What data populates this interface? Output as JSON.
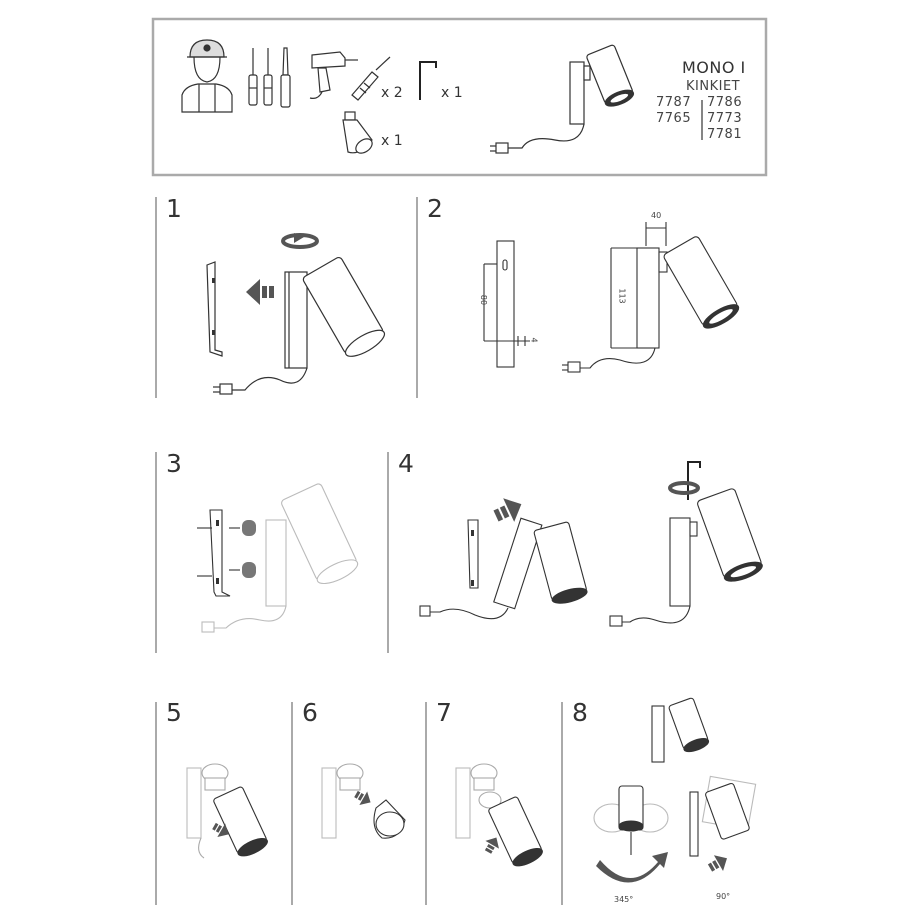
{
  "header": {
    "product_name": "MONO I",
    "product_type": "KINKIET",
    "codes_left": [
      "7787",
      "7765"
    ],
    "codes_right": [
      "7786",
      "7773",
      "7781"
    ],
    "qty_anchor": "x 2",
    "qty_hexkey": "x 1",
    "qty_bulb": "x 1",
    "icons": [
      "installer-icon",
      "screwdriver-set-icon",
      "drill-icon",
      "wall-anchor-icon",
      "hex-key-icon",
      "bulb-icon",
      "wall-lamp-icon"
    ]
  },
  "steps": [
    {
      "number": "1"
    },
    {
      "number": "2",
      "dims": [
        "40",
        "80",
        "113",
        "4"
      ]
    },
    {
      "number": "3"
    },
    {
      "number": "4"
    },
    {
      "number": "5"
    },
    {
      "number": "6"
    },
    {
      "number": "7"
    },
    {
      "number": "8",
      "angles": [
        "345°",
        "90°"
      ]
    }
  ]
}
